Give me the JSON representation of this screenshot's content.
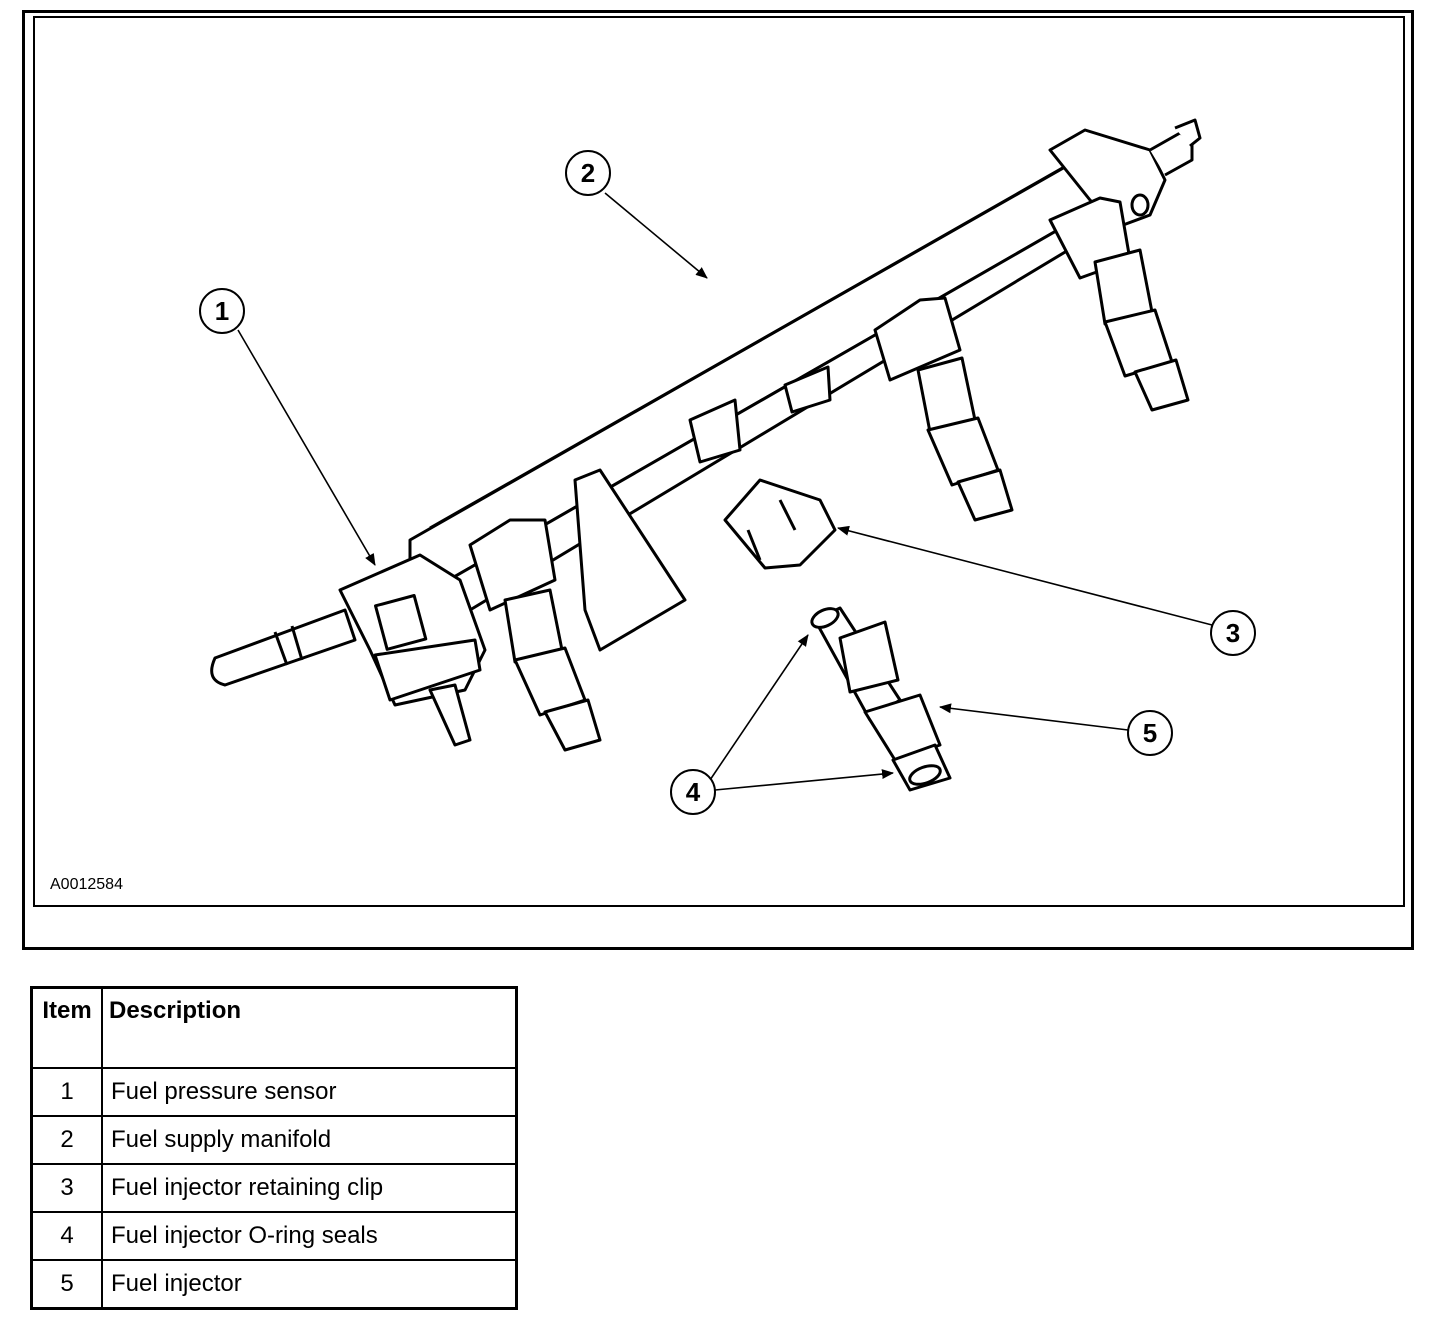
{
  "figure": {
    "id": "A0012584",
    "callouts": [
      "1",
      "2",
      "3",
      "4",
      "5"
    ]
  },
  "legend": {
    "headers": {
      "item": "Item",
      "description": "Description"
    },
    "rows": [
      {
        "item": "1",
        "description": "Fuel pressure sensor"
      },
      {
        "item": "2",
        "description": "Fuel supply manifold"
      },
      {
        "item": "3",
        "description": "Fuel injector retaining clip"
      },
      {
        "item": "4",
        "description": "Fuel injector O-ring seals"
      },
      {
        "item": "5",
        "description": "Fuel injector"
      }
    ]
  }
}
